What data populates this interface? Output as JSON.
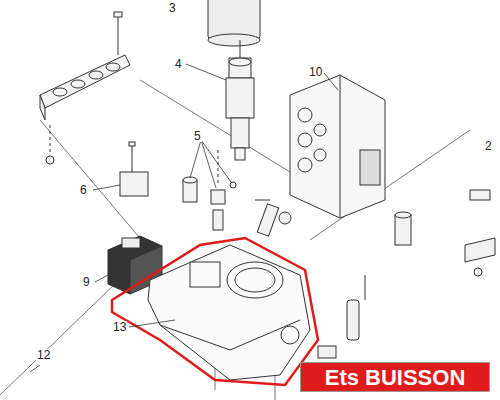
{
  "diagram": {
    "labels": [
      "3",
      "4",
      "10",
      "5",
      "6",
      "9",
      "13",
      "12",
      "2",
      "Ets BUISSON"
    ]
  }
}
